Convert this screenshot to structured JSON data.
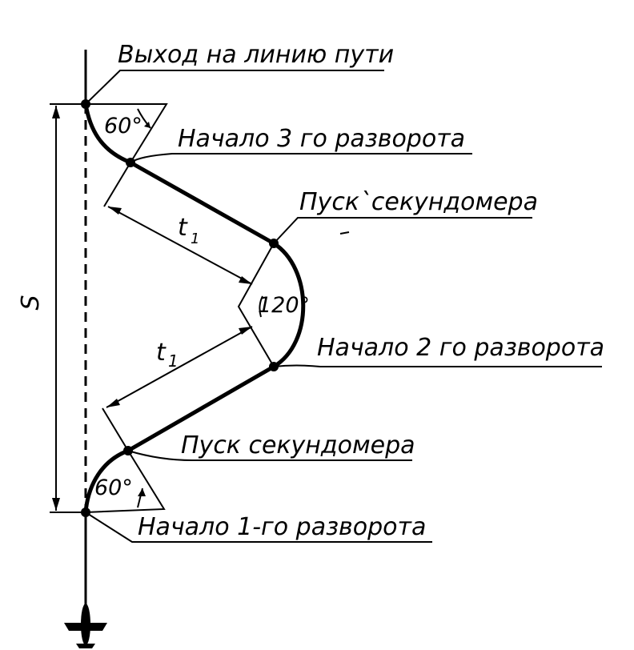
{
  "labels": {
    "exit_to_track": "Выход на линию пути",
    "start_3rd_turn": "Начало 3 го разворота",
    "stopwatch_start_upper": "Пуск`секундомера",
    "stopwatch_start_lower": "Пуск секундомера",
    "start_2nd_turn": "Начало 2 го разворота",
    "start_1st_turn": "Начало 1-го разворота"
  },
  "angles": {
    "top": "60°",
    "middle": "120°",
    "bottom": "60°"
  },
  "dimensions": {
    "distance": "S",
    "time_upper": "t1",
    "time_lower": "t1"
  },
  "icons": {
    "aircraft": "airplane-icon"
  }
}
